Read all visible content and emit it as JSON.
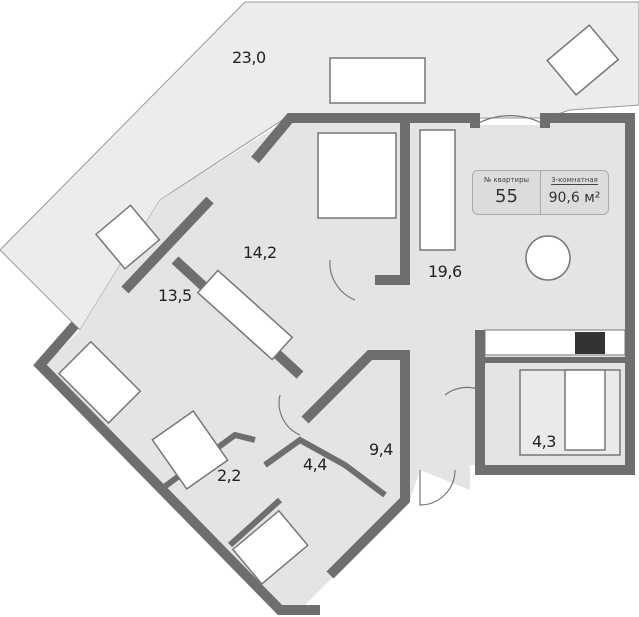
{
  "apartment": {
    "number_label": "№ квартиры",
    "number": "55",
    "type": "3-комнатная",
    "total_area": "90,6 м²"
  },
  "rooms": [
    {
      "name": "terrace",
      "area": "23,0"
    },
    {
      "name": "bedroom",
      "area": "14,2"
    },
    {
      "name": "bedroom-2",
      "area": "13,5"
    },
    {
      "name": "living-kitchen",
      "area": "19,6"
    },
    {
      "name": "hall",
      "area": "9,4"
    },
    {
      "name": "bathroom",
      "area": "4,3"
    },
    {
      "name": "bathroom-2",
      "area": "4,4"
    },
    {
      "name": "wardrobe",
      "area": "2,2"
    }
  ],
  "colors": {
    "wall": "#6e6e6e",
    "floor": "#e4e4e4",
    "terrace": "#ececec"
  }
}
